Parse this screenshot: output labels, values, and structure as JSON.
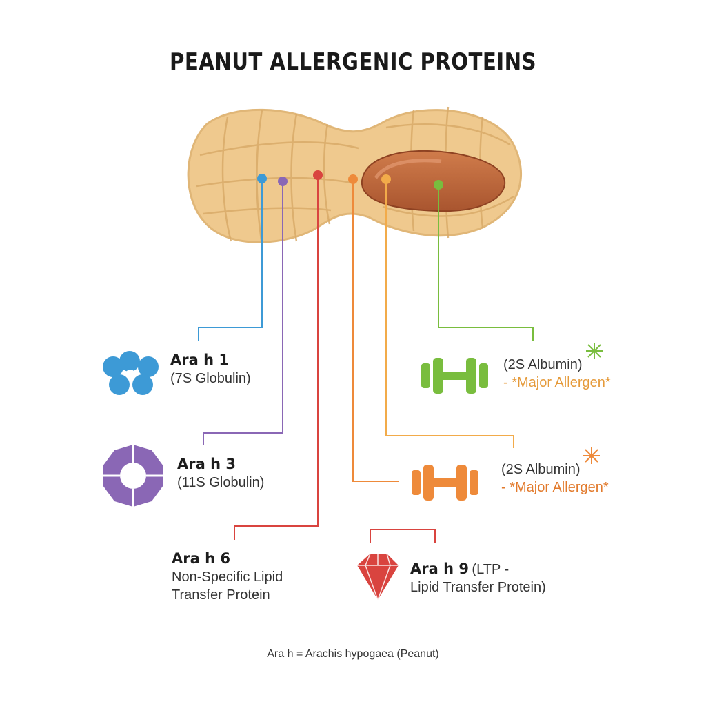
{
  "title": "PEANUT ALLERGENIC PROTEINS",
  "colors": {
    "shell": "#efc98e",
    "shell_ridge": "#dcae6c",
    "kernel": "#c06a3e",
    "blue": "#3d9ad6",
    "purple": "#8a67b5",
    "red": "#d9443f",
    "orange": "#ee8a3a",
    "yellow": "#f2ab4a",
    "green": "#79bd3e"
  },
  "proteins": [
    {
      "id": "ara-h-1",
      "name": "Ara h 1",
      "desc": "(7S Globulin)",
      "icon": "flower-icon",
      "color": "#3d9ad6"
    },
    {
      "id": "ara-h-3",
      "name": "Ara h 3",
      "desc": "(11S Globulin)",
      "icon": "ring-icon",
      "color": "#8a67b5"
    },
    {
      "id": "ara-h-6",
      "name": "Ara h 6",
      "desc_lines": [
        "Non-Specific Lipid",
        "Transfer Protein"
      ],
      "icon": "none",
      "color": "#d9443f"
    },
    {
      "id": "ara-h-9",
      "name": "Ara h 9",
      "desc": "(LTP -",
      "desc2": "Lipid Transfer Protein)",
      "icon": "gem-icon",
      "color": "#d9443f"
    },
    {
      "id": "albumin-orange",
      "desc": "(2S Albumin)",
      "note": "- *Major Allergen*",
      "icon": "dumbbell-icon",
      "color": "#ee8a3a"
    },
    {
      "id": "albumin-green",
      "desc": "(2S Albumin)",
      "note": "- *Major Allergen*",
      "icon": "dumbbell-icon",
      "color": "#79bd3e"
    }
  ],
  "footnote": "Ara h = Arachis hypogaea (Peanut)"
}
